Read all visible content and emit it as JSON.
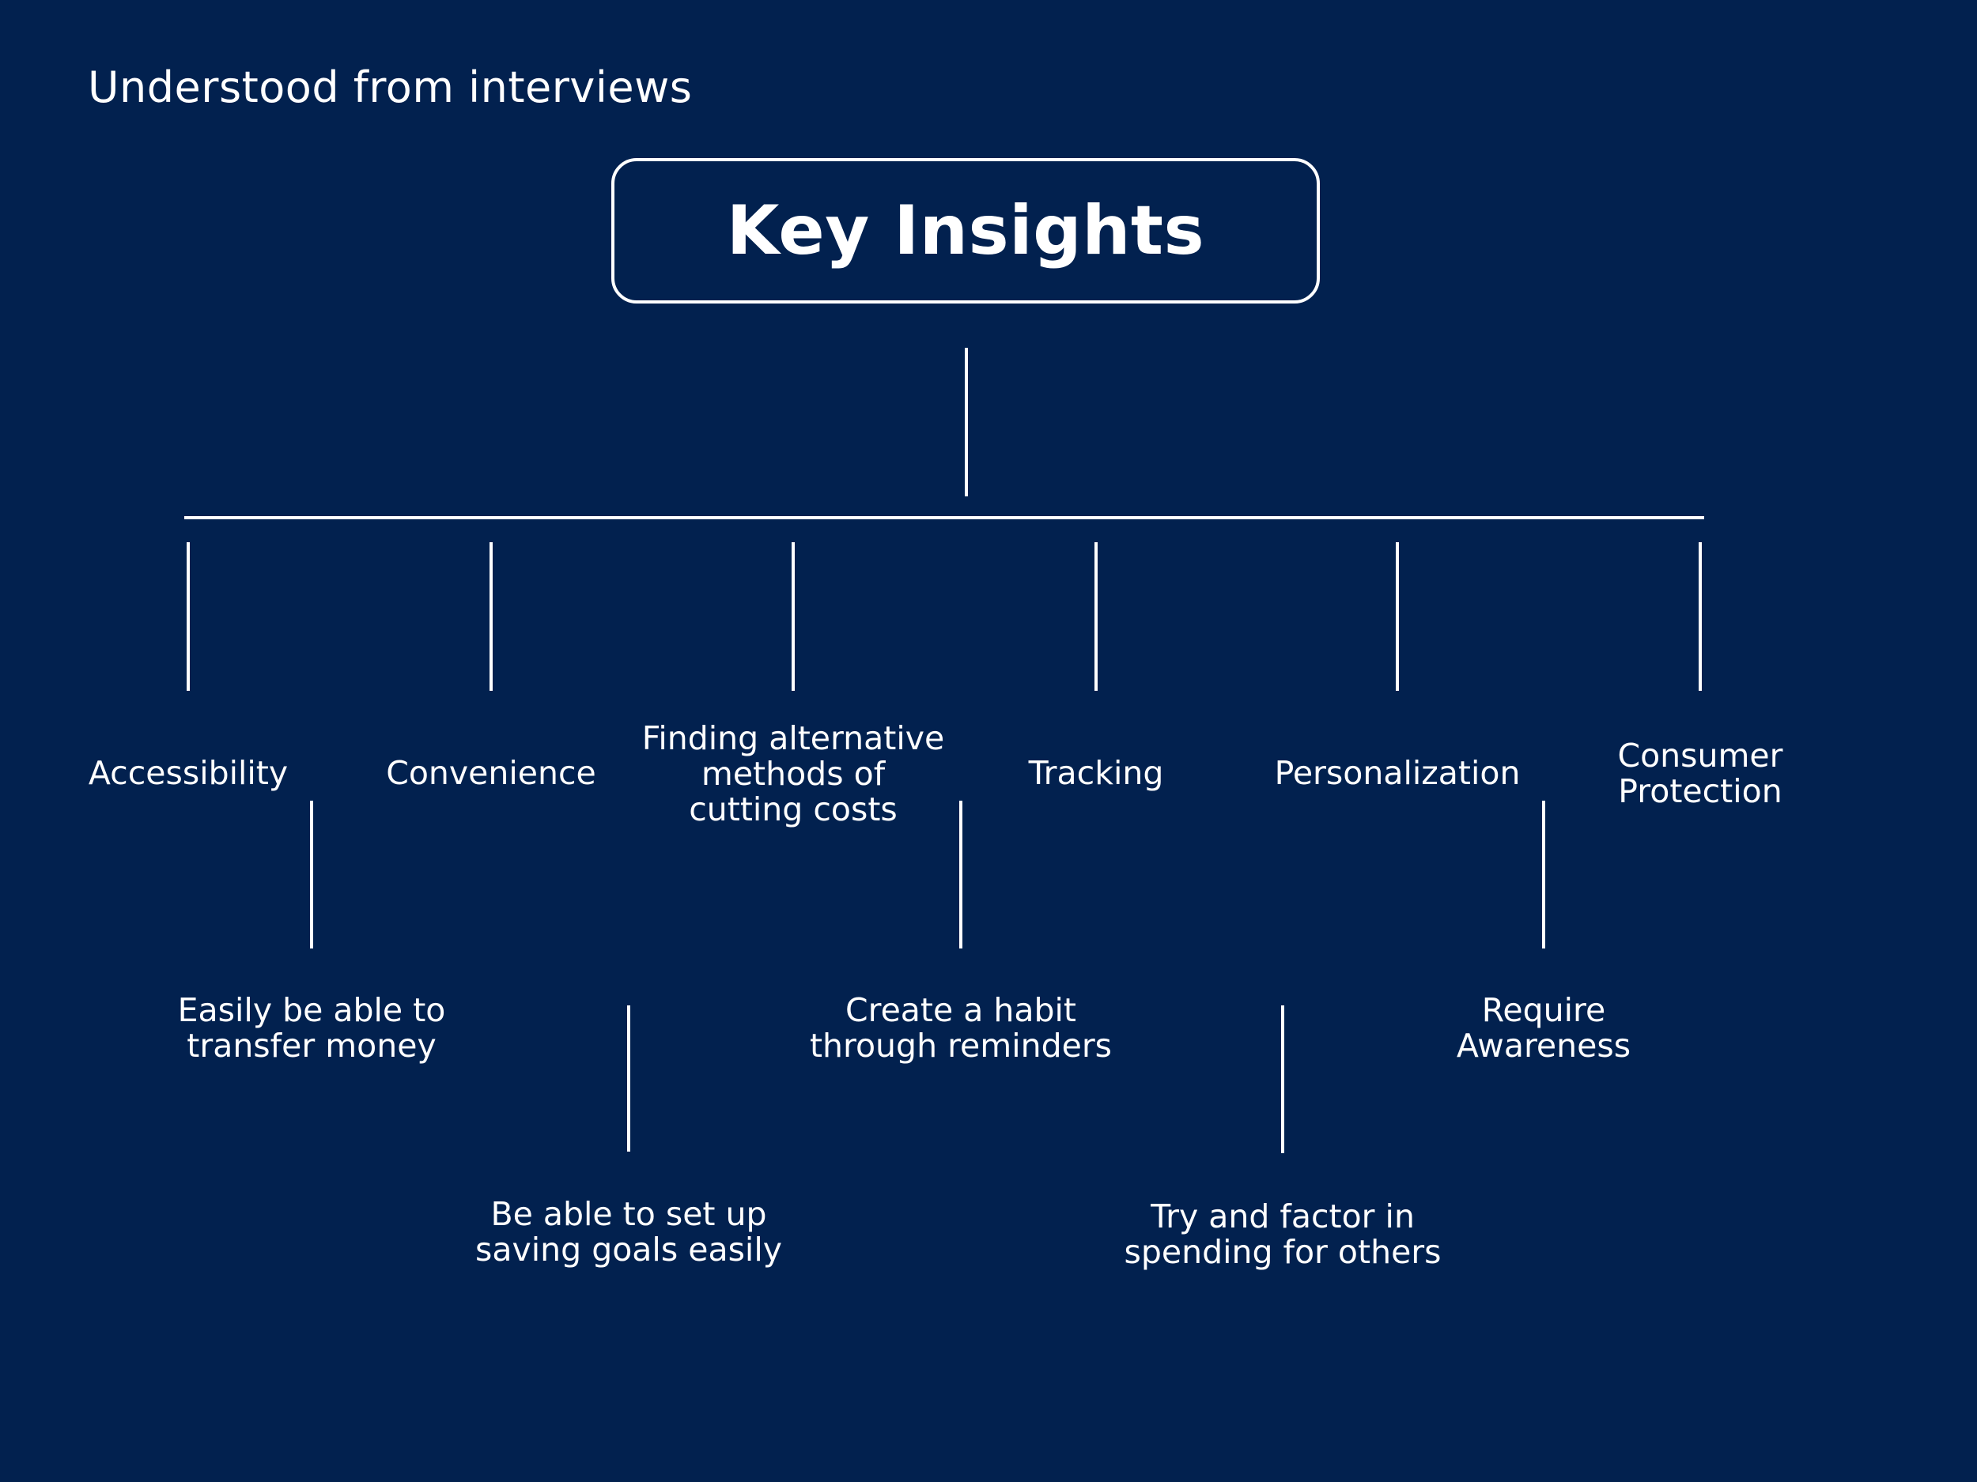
{
  "heading": "Understood from interviews",
  "title": "Key Insights",
  "categories": [
    "Accessibility",
    "Convenience",
    "Finding alternative\nmethods of\ncutting costs",
    "Tracking",
    "Personalization",
    "Consumer\nProtection"
  ],
  "insights": [
    "Easily be able to\ntransfer money",
    "Be able to set up\nsaving goals easily",
    "Create a habit\nthrough reminders",
    "Try and factor in\nspending for others",
    "Require\nAwareness"
  ]
}
